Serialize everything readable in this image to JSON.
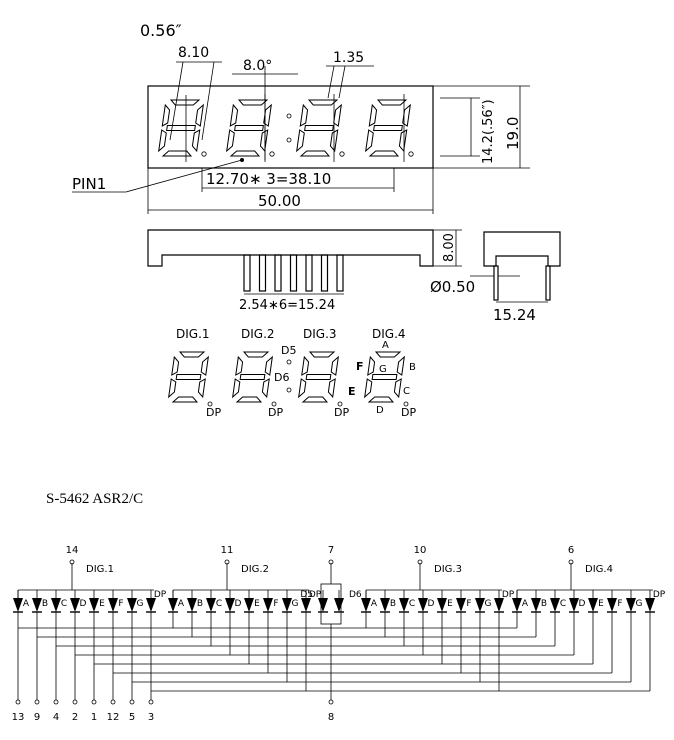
{
  "top": {
    "size_label": "0.56″",
    "dim_810": "8.10",
    "dim_80deg": "8.0°",
    "dim_135": "1.35",
    "dim_14_2": "14.2(.56″)",
    "dim_19": "19.0",
    "pin1": "PIN1",
    "pitch": "12.70∗ 3=38.10",
    "width": "50.00"
  },
  "side": {
    "height": "8.00",
    "pin_pitch": "2.54∗6=15.24",
    "pin_dia": "Ø0.50",
    "depth": "15.24"
  },
  "segments": {
    "digits": [
      "DIG.1",
      "DIG.2",
      "DIG.3",
      "DIG.4"
    ],
    "d5": "D5",
    "d6": "D6",
    "dp": "DP",
    "seg_a": "A",
    "seg_b": "B",
    "seg_c": "C",
    "seg_d": "D",
    "seg_e": "E",
    "seg_f": "F",
    "seg_g": "G"
  },
  "part_number": "S-5462 ASR2/C",
  "schematic": {
    "common_pins": [
      "14",
      "11",
      "7",
      "10",
      "6"
    ],
    "digit_labels": [
      "DIG.1",
      "DIG.2",
      "DIG.3",
      "DIG.4"
    ],
    "segment_letters": [
      "A",
      "B",
      "C",
      "D",
      "E",
      "F",
      "G"
    ],
    "dp": "DP",
    "d5": "D5",
    "d6": "D6",
    "bottom_pins": [
      "13",
      "9",
      "4",
      "2",
      "1",
      "12",
      "5",
      "3"
    ],
    "center_bottom_pin": "8"
  }
}
